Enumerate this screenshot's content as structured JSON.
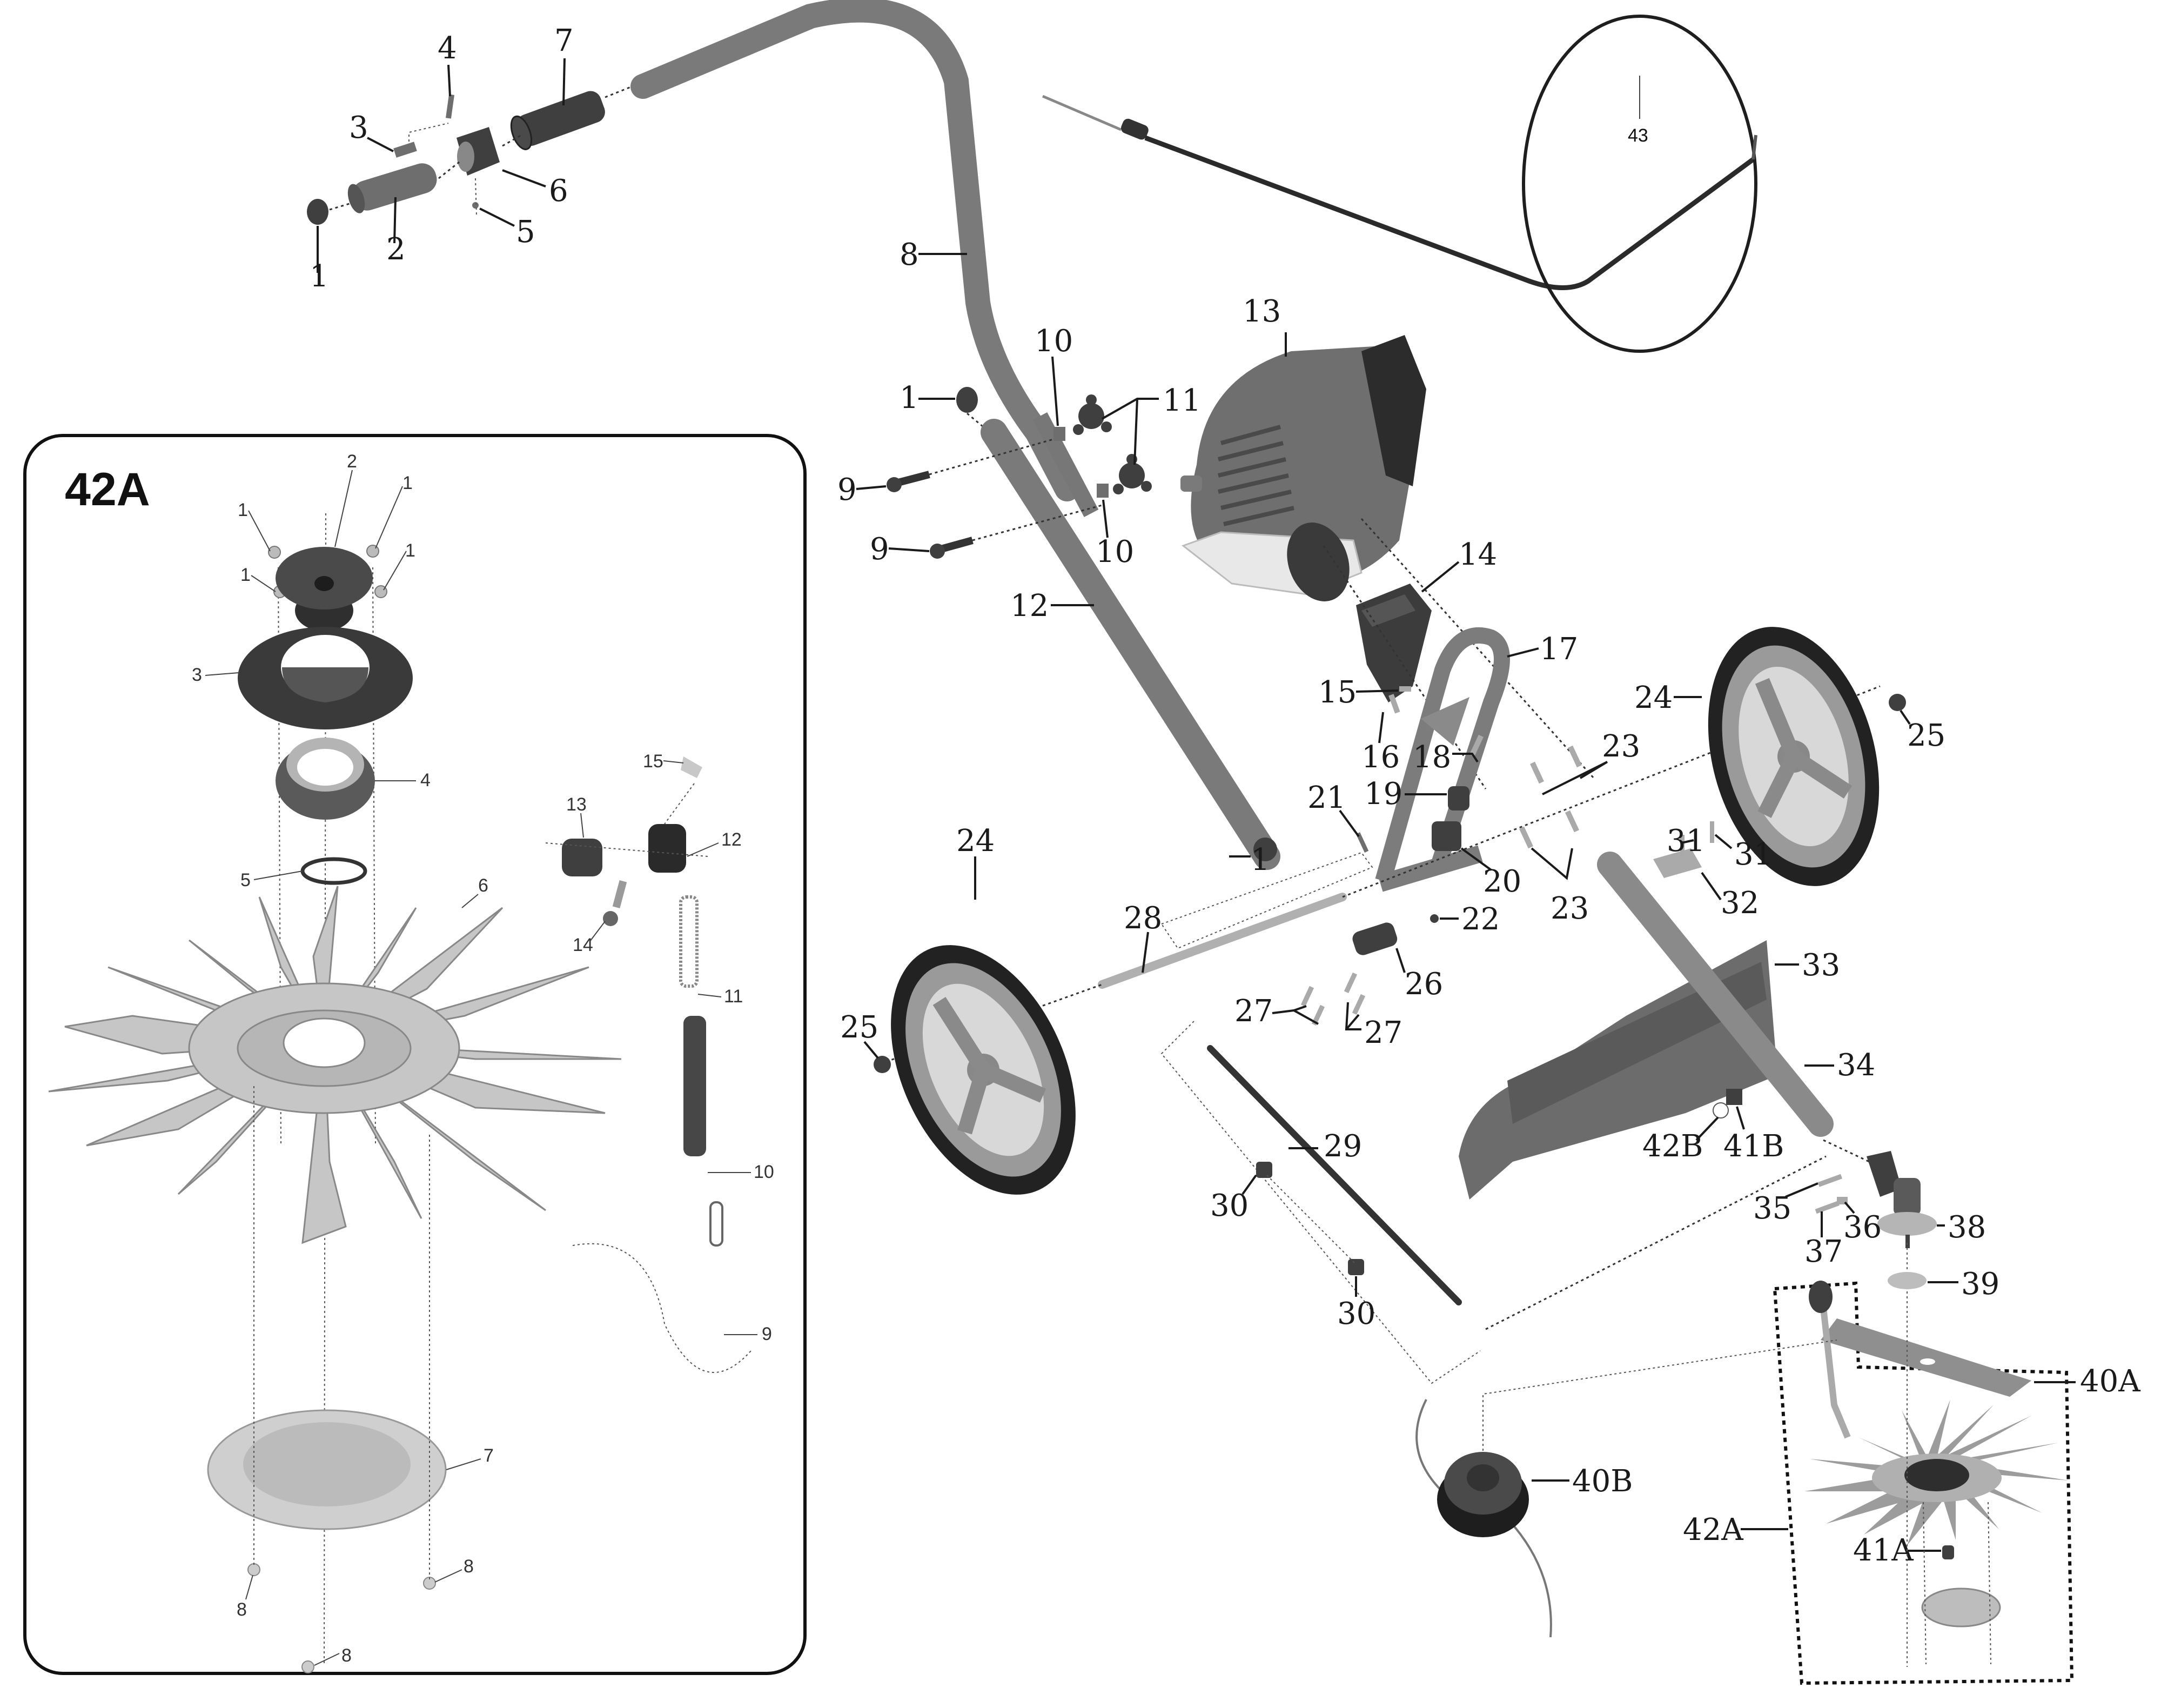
{
  "diagram": {
    "title": "Wheeled trimmer exploded parts diagram",
    "main_labels": {
      "p1a": "1",
      "p2": "2",
      "p3": "3",
      "p4": "4",
      "p5": "5",
      "p6": "6",
      "p7": "7",
      "p8": "8",
      "p1b": "1",
      "p9a": "9",
      "p9b": "9",
      "p10a": "10",
      "p10b": "10",
      "p11": "11",
      "p12": "12",
      "p13": "13",
      "p14": "14",
      "p15": "15",
      "p16": "16",
      "p17": "17",
      "p18": "18",
      "p19": "19",
      "p20": "20",
      "p21": "21",
      "p22": "22",
      "p23a": "23",
      "p23b": "23",
      "p24a": "24",
      "p24b": "24",
      "p25a": "25",
      "p25b": "25",
      "p26": "26",
      "p27a": "27",
      "p27b": "27",
      "p28": "28",
      "p29": "29",
      "p30a": "30",
      "p30b": "30",
      "p31a": "31",
      "p31b": "31",
      "p32": "32",
      "p33": "33",
      "p34": "34",
      "p35": "35",
      "p36": "36",
      "p37": "37",
      "p38": "38",
      "p39": "39",
      "p1c": "1",
      "p40a": "40A",
      "p40b": "40B",
      "p41a": "41A",
      "p41b": "41B",
      "p42a": "42A",
      "p42b": "42B",
      "p43": "43"
    },
    "inset": {
      "title": "42A",
      "labels": {
        "i1a": "1",
        "i1b": "1",
        "i1c": "1",
        "i1d": "1",
        "i2": "2",
        "i3": "3",
        "i4": "4",
        "i5": "5",
        "i6": "6",
        "i7": "7",
        "i8a": "8",
        "i8b": "8",
        "i8c": "8",
        "i9": "9",
        "i10": "10",
        "i11": "11",
        "i12": "12",
        "i13": "13",
        "i14": "14",
        "i15": "15"
      }
    }
  }
}
